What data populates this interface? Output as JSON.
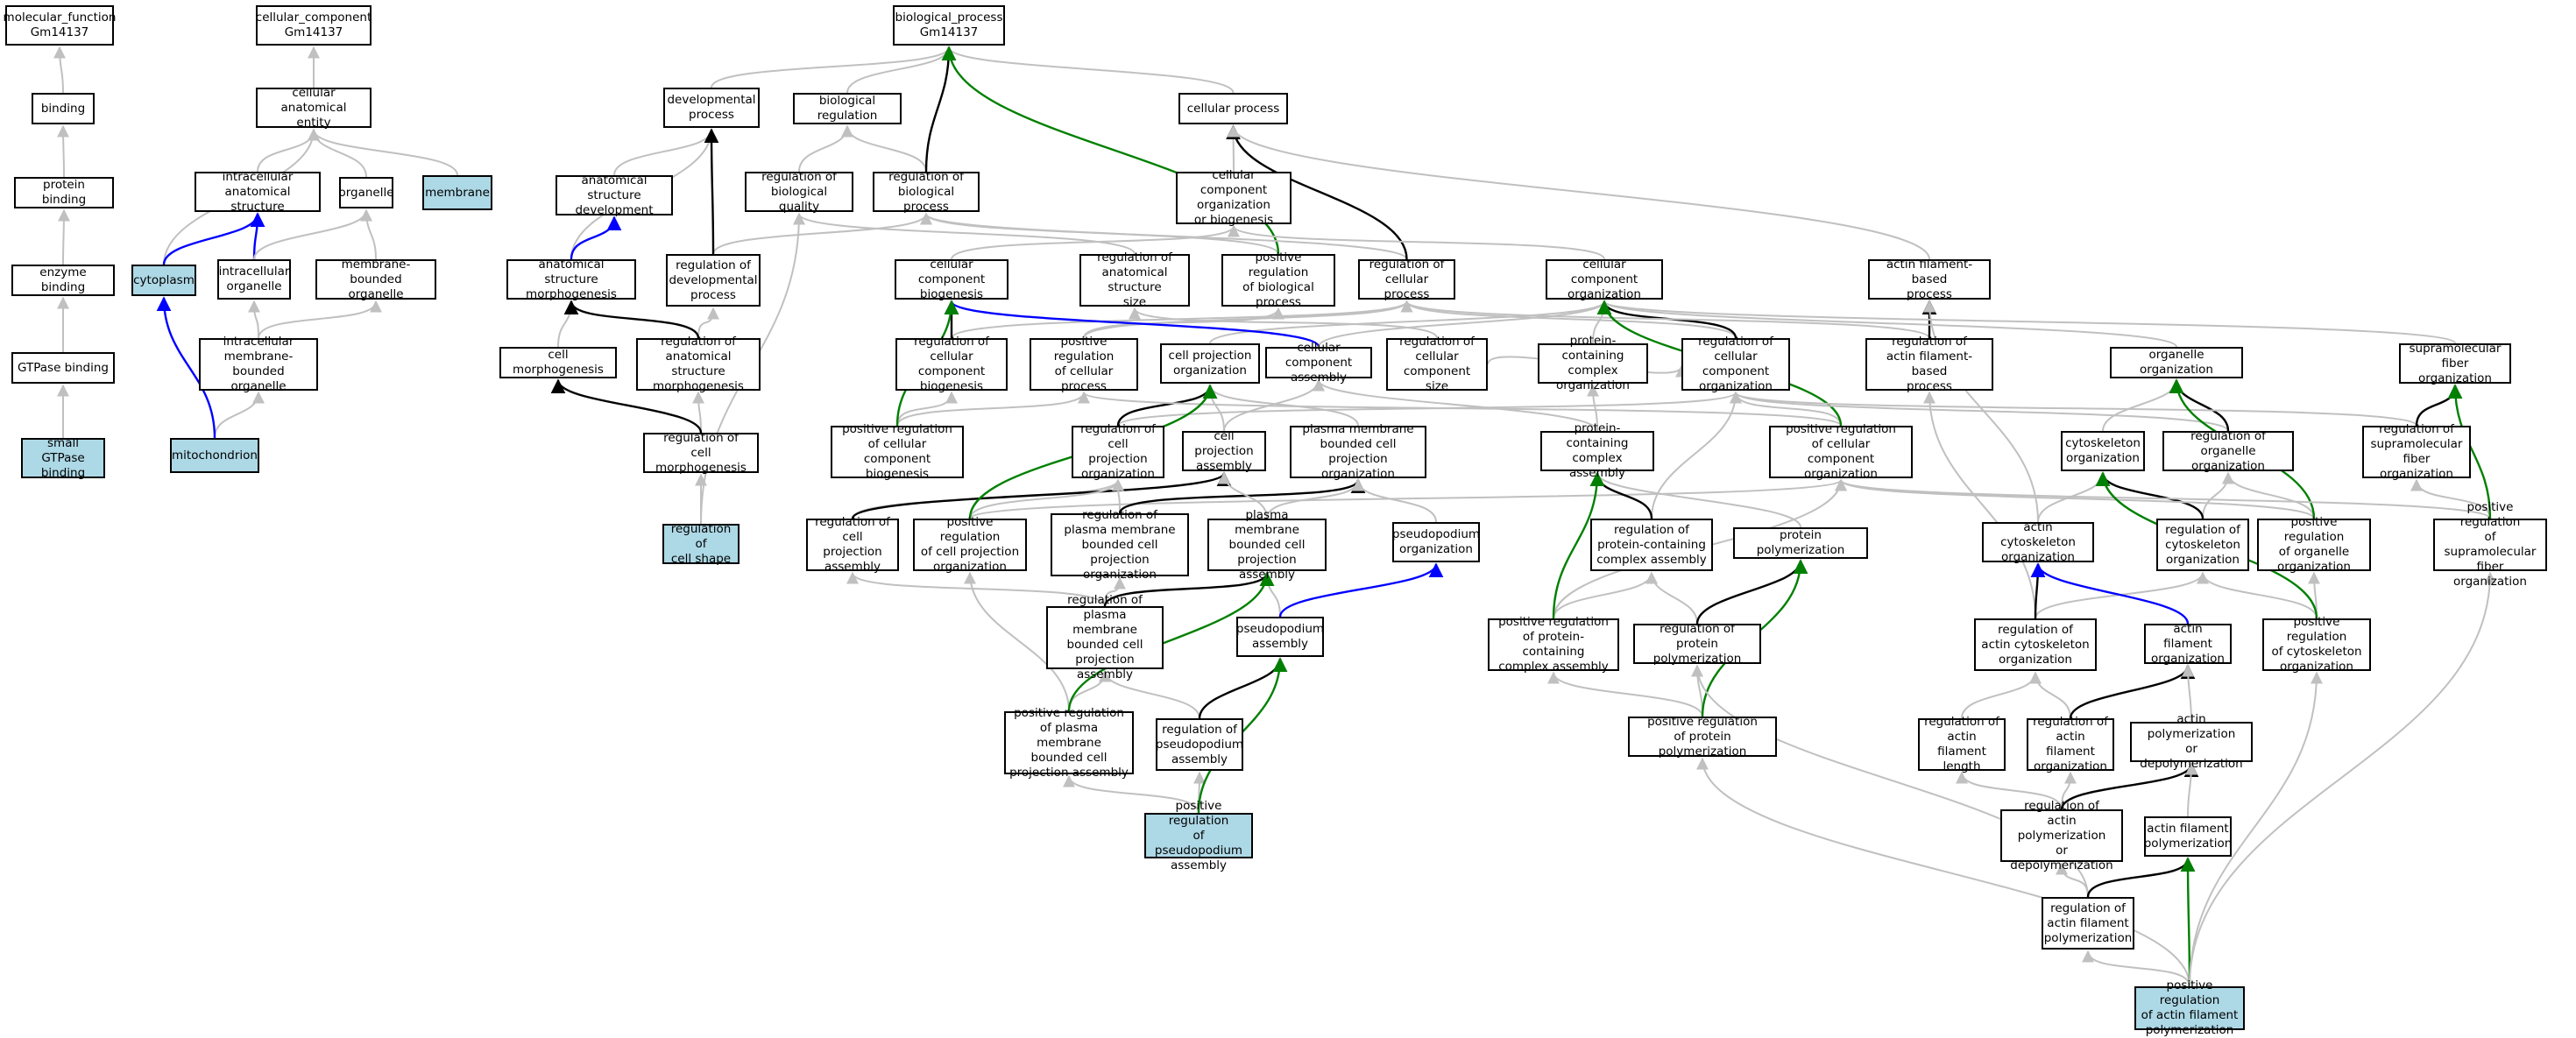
{
  "colors": {
    "is_a": "#c0c0c0",
    "part_of": "#0000ff",
    "regulates": "#000000",
    "positively_regulates": "#008000",
    "highlight": "#add8e6"
  },
  "nodes": [
    {
      "id": "mf",
      "label": "molecular_function\nGm14137"
    },
    {
      "id": "binding",
      "label": "binding"
    },
    {
      "id": "protbind",
      "label": "protein binding"
    },
    {
      "id": "enzbind",
      "label": "enzyme binding"
    },
    {
      "id": "gtpbind",
      "label": "GTPase binding"
    },
    {
      "id": "smallgtp",
      "label": "small GTPase\nbinding",
      "hl": true
    },
    {
      "id": "cc",
      "label": "cellular_component\nGm14137"
    },
    {
      "id": "cae",
      "label": "cellular anatomical\nentity"
    },
    {
      "id": "ias",
      "label": "intracellular\nanatomical structure"
    },
    {
      "id": "organelle",
      "label": "organelle"
    },
    {
      "id": "membrane",
      "label": "membrane",
      "hl": true
    },
    {
      "id": "cytoplasm",
      "label": "cytoplasm",
      "hl": true
    },
    {
      "id": "intorg",
      "label": "intracellular\norganelle"
    },
    {
      "id": "mbo",
      "label": "membrane-bounded\norganelle"
    },
    {
      "id": "imbo",
      "label": "intracellular\nmembrane-bounded\norganelle"
    },
    {
      "id": "mito",
      "label": "mitochondrion",
      "hl": true
    },
    {
      "id": "bp",
      "label": "biological_process\nGm14137"
    },
    {
      "id": "devproc",
      "label": "developmental\nprocess"
    },
    {
      "id": "bioreg",
      "label": "biological regulation"
    },
    {
      "id": "cellproc",
      "label": "cellular process"
    },
    {
      "id": "asd",
      "label": "anatomical structure\ndevelopment"
    },
    {
      "id": "regbq",
      "label": "regulation of\nbiological quality"
    },
    {
      "id": "regbp",
      "label": "regulation of\nbiological process"
    },
    {
      "id": "ccob",
      "label": "cellular component\norganization\nor biogenesis"
    },
    {
      "id": "asm",
      "label": "anatomical structure\nmorphogenesis"
    },
    {
      "id": "regdev",
      "label": "regulation of\ndevelopmental\nprocess"
    },
    {
      "id": "ccbio",
      "label": "cellular component\nbiogenesis"
    },
    {
      "id": "regass",
      "label": "regulation of\nanatomical structure\nsize"
    },
    {
      "id": "posregbp",
      "label": "positive regulation\nof biological\nprocess"
    },
    {
      "id": "regcp",
      "label": "regulation of\ncellular process"
    },
    {
      "id": "ccorg",
      "label": "cellular component\norganization"
    },
    {
      "id": "afbp",
      "label": "actin filament-based\nprocess"
    },
    {
      "id": "cellmorph",
      "label": "cell morphogenesis"
    },
    {
      "id": "regasm",
      "label": "regulation of\nanatomical structure\nmorphogenesis"
    },
    {
      "id": "regccbio",
      "label": "regulation of\ncellular component\nbiogenesis"
    },
    {
      "id": "posregcp",
      "label": "positive regulation\nof cellular\nprocess"
    },
    {
      "id": "cpo",
      "label": "cell projection\norganization"
    },
    {
      "id": "cca",
      "label": "cellular component\nassembly"
    },
    {
      "id": "regccs",
      "label": "regulation of\ncellular component\nsize"
    },
    {
      "id": "pcco",
      "label": "protein-containing\ncomplex organization"
    },
    {
      "id": "regcco",
      "label": "regulation of\ncellular component\norganization"
    },
    {
      "id": "regafbp",
      "label": "regulation of\nactin filament-based\nprocess"
    },
    {
      "id": "orgorg",
      "label": "organelle organization"
    },
    {
      "id": "smfo",
      "label": "supramolecular\nfiber organization"
    },
    {
      "id": "regcm",
      "label": "regulation of\ncell morphogenesis"
    },
    {
      "id": "posregccbio",
      "label": "positive regulation\nof cellular\ncomponent biogenesis"
    },
    {
      "id": "regcpo",
      "label": "regulation of\ncell projection\norganization"
    },
    {
      "id": "cpa",
      "label": "cell projection\nassembly"
    },
    {
      "id": "pmbcpo",
      "label": "plasma membrane\nbounded cell\nprojection organization"
    },
    {
      "id": "pcca",
      "label": "protein-containing\ncomplex assembly"
    },
    {
      "id": "posregcco",
      "label": "positive regulation\nof cellular\ncomponent organization"
    },
    {
      "id": "cso",
      "label": "cytoskeleton\norganization"
    },
    {
      "id": "regoo",
      "label": "regulation of\norganelle organization"
    },
    {
      "id": "regsmfo",
      "label": "regulation of\nsupramolecular\nfiber organization"
    },
    {
      "id": "regcs",
      "label": "regulation of\ncell shape",
      "hl": true
    },
    {
      "id": "regcpa",
      "label": "regulation of\ncell projection\nassembly"
    },
    {
      "id": "posregcpo",
      "label": "positive regulation\nof cell projection\norganization"
    },
    {
      "id": "regpmbcpo",
      "label": "regulation of\nplasma membrane\nbounded cell\nprojection organization"
    },
    {
      "id": "pmbcpa",
      "label": "plasma membrane\nbounded cell\nprojection assembly"
    },
    {
      "id": "pseudoorg",
      "label": "pseudopodium\norganization"
    },
    {
      "id": "regpcca",
      "label": "regulation of\nprotein-containing\ncomplex assembly"
    },
    {
      "id": "protpoly",
      "label": "protein polymerization"
    },
    {
      "id": "acso",
      "label": "actin cytoskeleton\norganization"
    },
    {
      "id": "regcso",
      "label": "regulation of\ncytoskeleton\norganization"
    },
    {
      "id": "posregoo",
      "label": "positive regulation\nof organelle\norganization"
    },
    {
      "id": "posregsmfo",
      "label": "positive regulation\nof supramolecular\nfiber organization"
    },
    {
      "id": "regpmbcpa",
      "label": "regulation of\nplasma membrane\nbounded cell\nprojection assembly"
    },
    {
      "id": "pseudoasm",
      "label": "pseudopodium\nassembly"
    },
    {
      "id": "posregpcca",
      "label": "positive regulation\nof protein-containing\ncomplex assembly"
    },
    {
      "id": "regpp",
      "label": "regulation of\nprotein polymerization"
    },
    {
      "id": "regacso",
      "label": "regulation of\nactin cytoskeleton\norganization"
    },
    {
      "id": "afo",
      "label": "actin filament\norganization"
    },
    {
      "id": "posregcso",
      "label": "positive regulation\nof cytoskeleton\norganization"
    },
    {
      "id": "posregpmbcpa",
      "label": "positive regulation\nof plasma membrane\nbounded cell\nprojection assembly"
    },
    {
      "id": "regpseudoasm",
      "label": "regulation of\npseudopodium\nassembly"
    },
    {
      "id": "posregpp",
      "label": "positive regulation\nof protein polymerization"
    },
    {
      "id": "regafl",
      "label": "regulation of\nactin filament\nlength"
    },
    {
      "id": "regafo",
      "label": "regulation of\nactin filament\norganization"
    },
    {
      "id": "apdp",
      "label": "actin polymerization\nor depolymerization"
    },
    {
      "id": "posregpseudoasm",
      "label": "positive regulation\nof pseudopodium\nassembly",
      "hl": true
    },
    {
      "id": "regapdp",
      "label": "regulation of\nactin polymerization\nor depolymerization"
    },
    {
      "id": "afp",
      "label": "actin filament\npolymerization"
    },
    {
      "id": "regafp",
      "label": "regulation of\nactin filament\npolymerization"
    },
    {
      "id": "posregafp",
      "label": "positive regulation\nof actin filament\npolymerization",
      "hl": true
    }
  ],
  "edges": [
    [
      "binding",
      "mf",
      "is_a"
    ],
    [
      "protbind",
      "binding",
      "is_a"
    ],
    [
      "enzbind",
      "protbind",
      "is_a"
    ],
    [
      "gtpbind",
      "enzbind",
      "is_a"
    ],
    [
      "smallgtp",
      "gtpbind",
      "is_a"
    ],
    [
      "cae",
      "cc",
      "is_a"
    ],
    [
      "ias",
      "cae",
      "is_a"
    ],
    [
      "organelle",
      "cae",
      "is_a"
    ],
    [
      "membrane",
      "cae",
      "is_a"
    ],
    [
      "cytoplasm",
      "cae",
      "is_a"
    ],
    [
      "cytoplasm",
      "ias",
      "part_of"
    ],
    [
      "intorg",
      "ias",
      "part_of"
    ],
    [
      "intorg",
      "organelle",
      "is_a"
    ],
    [
      "mbo",
      "organelle",
      "is_a"
    ],
    [
      "imbo",
      "intorg",
      "is_a"
    ],
    [
      "imbo",
      "mbo",
      "is_a"
    ],
    [
      "mito",
      "imbo",
      "is_a"
    ],
    [
      "mito",
      "cytoplasm",
      "part_of"
    ],
    [
      "devproc",
      "bp",
      "is_a"
    ],
    [
      "bioreg",
      "bp",
      "is_a"
    ],
    [
      "cellproc",
      "bp",
      "is_a"
    ],
    [
      "asd",
      "devproc",
      "is_a"
    ],
    [
      "regbq",
      "bioreg",
      "is_a"
    ],
    [
      "regbp",
      "bioreg",
      "is_a"
    ],
    [
      "regbp",
      "bp",
      "regulates"
    ],
    [
      "ccob",
      "cellproc",
      "is_a"
    ],
    [
      "asm",
      "devproc",
      "is_a"
    ],
    [
      "asm",
      "asd",
      "part_of"
    ],
    [
      "regdev",
      "regbp",
      "is_a"
    ],
    [
      "regdev",
      "devproc",
      "regulates"
    ],
    [
      "ccbio",
      "ccob",
      "is_a"
    ],
    [
      "regass",
      "regbq",
      "is_a"
    ],
    [
      "posregbp",
      "regbp",
      "is_a"
    ],
    [
      "posregbp",
      "bp",
      "positively_regulates"
    ],
    [
      "regcp",
      "regbp",
      "is_a"
    ],
    [
      "regcp",
      "cellproc",
      "regulates"
    ],
    [
      "ccorg",
      "ccob",
      "is_a"
    ],
    [
      "afbp",
      "cellproc",
      "is_a"
    ],
    [
      "cellmorph",
      "asm",
      "is_a"
    ],
    [
      "regasm",
      "regdev",
      "is_a"
    ],
    [
      "regasm",
      "asm",
      "regulates"
    ],
    [
      "regccbio",
      "regcp",
      "is_a"
    ],
    [
      "regccbio",
      "ccbio",
      "regulates"
    ],
    [
      "posregcp",
      "posregbp",
      "is_a"
    ],
    [
      "posregcp",
      "regcp",
      "is_a"
    ],
    [
      "cpo",
      "ccorg",
      "is_a"
    ],
    [
      "cca",
      "ccbio",
      "part_of"
    ],
    [
      "cca",
      "ccorg",
      "is_a"
    ],
    [
      "regccs",
      "regass",
      "is_a"
    ],
    [
      "regccs",
      "regcco",
      "is_a"
    ],
    [
      "pcco",
      "ccorg",
      "is_a"
    ],
    [
      "regcco",
      "regcp",
      "is_a"
    ],
    [
      "regcco",
      "ccorg",
      "regulates"
    ],
    [
      "regafbp",
      "regcp",
      "is_a"
    ],
    [
      "regafbp",
      "afbp",
      "regulates"
    ],
    [
      "orgorg",
      "ccorg",
      "is_a"
    ],
    [
      "smfo",
      "ccorg",
      "is_a"
    ],
    [
      "regcm",
      "regasm",
      "is_a"
    ],
    [
      "regcm",
      "cellmorph",
      "regulates"
    ],
    [
      "posregccbio",
      "regccbio",
      "is_a"
    ],
    [
      "posregccbio",
      "posregcp",
      "is_a"
    ],
    [
      "posregccbio",
      "ccbio",
      "positively_regulates"
    ],
    [
      "regcpo",
      "regcco",
      "is_a"
    ],
    [
      "regcpo",
      "cpo",
      "regulates"
    ],
    [
      "cpa",
      "cpo",
      "is_a"
    ],
    [
      "cpa",
      "cca",
      "is_a"
    ],
    [
      "pmbcpo",
      "cpo",
      "is_a"
    ],
    [
      "pcca",
      "pcco",
      "is_a"
    ],
    [
      "pcca",
      "cca",
      "is_a"
    ],
    [
      "posregcco",
      "regcco",
      "is_a"
    ],
    [
      "posregcco",
      "posregcp",
      "is_a"
    ],
    [
      "posregcco",
      "ccorg",
      "positively_regulates"
    ],
    [
      "cso",
      "orgorg",
      "is_a"
    ],
    [
      "regoo",
      "regcco",
      "is_a"
    ],
    [
      "regoo",
      "orgorg",
      "regulates"
    ],
    [
      "regsmfo",
      "regcco",
      "is_a"
    ],
    [
      "regsmfo",
      "smfo",
      "regulates"
    ],
    [
      "regcs",
      "regcm",
      "is_a"
    ],
    [
      "regcs",
      "regbq",
      "is_a"
    ],
    [
      "regcpa",
      "regcpo",
      "is_a"
    ],
    [
      "regcpa",
      "cpa",
      "regulates"
    ],
    [
      "posregcpo",
      "regcpo",
      "is_a"
    ],
    [
      "posregcpo",
      "posregcco",
      "is_a"
    ],
    [
      "posregcpo",
      "cpo",
      "positively_regulates"
    ],
    [
      "regpmbcpo",
      "regcpo",
      "is_a"
    ],
    [
      "regpmbcpo",
      "pmbcpo",
      "regulates"
    ],
    [
      "pmbcpa",
      "pmbcpo",
      "is_a"
    ],
    [
      "pmbcpa",
      "cpa",
      "is_a"
    ],
    [
      "pseudoorg",
      "pmbcpo",
      "is_a"
    ],
    [
      "regpcca",
      "regcco",
      "is_a"
    ],
    [
      "regpcca",
      "pcca",
      "regulates"
    ],
    [
      "protpoly",
      "pcca",
      "is_a"
    ],
    [
      "acso",
      "cso",
      "is_a"
    ],
    [
      "acso",
      "afbp",
      "is_a"
    ],
    [
      "regcso",
      "regoo",
      "is_a"
    ],
    [
      "regcso",
      "cso",
      "regulates"
    ],
    [
      "posregoo",
      "regoo",
      "is_a"
    ],
    [
      "posregoo",
      "posregcco",
      "is_a"
    ],
    [
      "posregoo",
      "orgorg",
      "positively_regulates"
    ],
    [
      "posregsmfo",
      "regsmfo",
      "is_a"
    ],
    [
      "posregsmfo",
      "posregcco",
      "is_a"
    ],
    [
      "posregsmfo",
      "smfo",
      "positively_regulates"
    ],
    [
      "regpmbcpa",
      "regpmbcpo",
      "is_a"
    ],
    [
      "regpmbcpa",
      "regcpa",
      "is_a"
    ],
    [
      "regpmbcpa",
      "pmbcpa",
      "regulates"
    ],
    [
      "pseudoasm",
      "pmbcpa",
      "is_a"
    ],
    [
      "pseudoasm",
      "pseudoorg",
      "part_of"
    ],
    [
      "posregpcca",
      "regpcca",
      "is_a"
    ],
    [
      "posregpcca",
      "posregcco",
      "is_a"
    ],
    [
      "posregpcca",
      "pcca",
      "positively_regulates"
    ],
    [
      "regpp",
      "regpcca",
      "is_a"
    ],
    [
      "regpp",
      "protpoly",
      "regulates"
    ],
    [
      "regacso",
      "regcso",
      "is_a"
    ],
    [
      "regacso",
      "regafbp",
      "is_a"
    ],
    [
      "regacso",
      "acso",
      "regulates"
    ],
    [
      "afo",
      "acso",
      "part_of"
    ],
    [
      "posregcso",
      "regcso",
      "is_a"
    ],
    [
      "posregcso",
      "posregoo",
      "is_a"
    ],
    [
      "posregcso",
      "cso",
      "positively_regulates"
    ],
    [
      "posregpmbcpa",
      "regpmbcpa",
      "is_a"
    ],
    [
      "posregpmbcpa",
      "posregcpo",
      "is_a"
    ],
    [
      "posregpmbcpa",
      "pmbcpa",
      "positively_regulates"
    ],
    [
      "regpseudoasm",
      "regpmbcpa",
      "is_a"
    ],
    [
      "regpseudoasm",
      "pseudoasm",
      "regulates"
    ],
    [
      "posregpp",
      "regpp",
      "is_a"
    ],
    [
      "posregpp",
      "posregpcca",
      "is_a"
    ],
    [
      "posregpp",
      "protpoly",
      "positively_regulates"
    ],
    [
      "regafl",
      "regacso",
      "is_a"
    ],
    [
      "regafo",
      "regacso",
      "is_a"
    ],
    [
      "regafo",
      "afo",
      "regulates"
    ],
    [
      "apdp",
      "afo",
      "is_a"
    ],
    [
      "posregpseudoasm",
      "regpseudoasm",
      "is_a"
    ],
    [
      "posregpseudoasm",
      "posregpmbcpa",
      "is_a"
    ],
    [
      "posregpseudoasm",
      "pseudoasm",
      "positively_regulates"
    ],
    [
      "regapdp",
      "regafl",
      "is_a"
    ],
    [
      "regapdp",
      "regafo",
      "is_a"
    ],
    [
      "regapdp",
      "apdp",
      "regulates"
    ],
    [
      "afp",
      "apdp",
      "is_a"
    ],
    [
      "regafp",
      "regapdp",
      "is_a"
    ],
    [
      "regafp",
      "regpp",
      "is_a"
    ],
    [
      "regafp",
      "afp",
      "regulates"
    ],
    [
      "posregafp",
      "regafp",
      "is_a"
    ],
    [
      "posregafp",
      "posregpp",
      "is_a"
    ],
    [
      "posregafp",
      "afp",
      "positively_regulates"
    ],
    [
      "posregafp",
      "posregcso",
      "is_a"
    ],
    [
      "posregafp",
      "posregsmfo",
      "is_a"
    ]
  ]
}
